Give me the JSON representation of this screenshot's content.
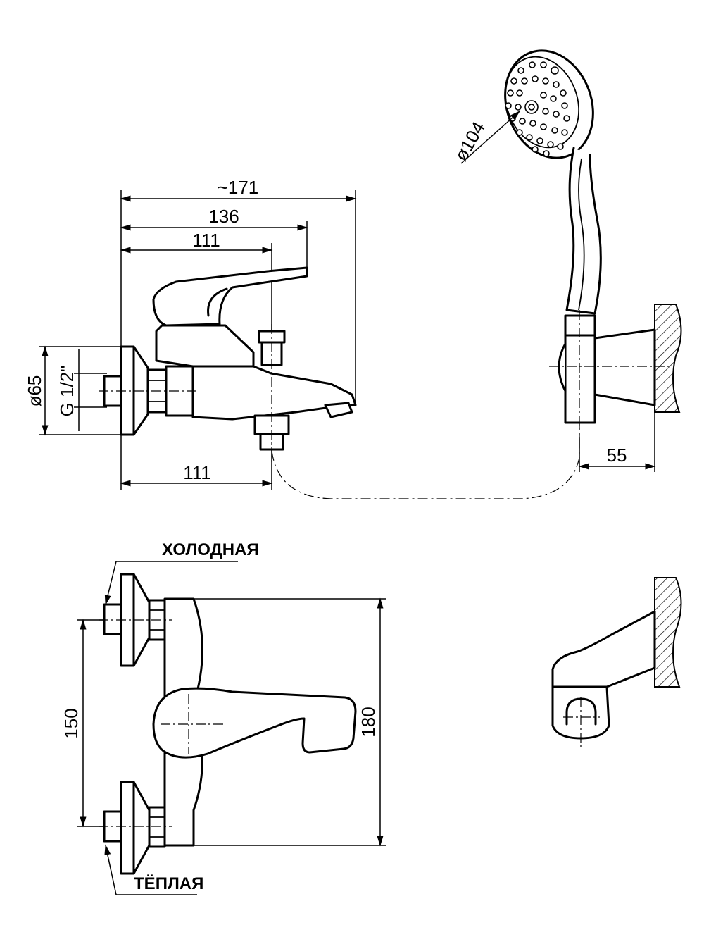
{
  "dimensions": {
    "approx_total": "~171",
    "spout_reach": "136",
    "diverter_reach": "111",
    "bottom_reach": "111",
    "flange_diameter": "ø65",
    "thread": "G 1/2\"",
    "shower_head_diameter": "ø104",
    "holder_offset": "55",
    "inlet_spacing": "150",
    "body_width": "180"
  },
  "labels": {
    "cold": "ХОЛОДНАЯ",
    "warm": "ТЁПЛАЯ"
  }
}
